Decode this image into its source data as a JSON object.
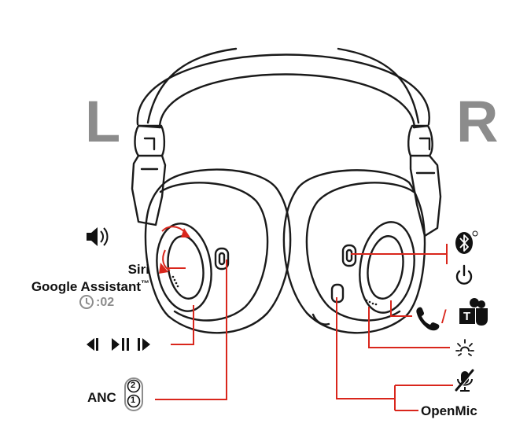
{
  "side_left": "L",
  "side_right": "R",
  "labels": {
    "siri": "Siri",
    "google": "Google Assistant",
    "tm": "™",
    "timer": ":02",
    "anc": "ANC",
    "anc_pos_2": "2",
    "anc_pos_1": "1",
    "teams_letter": "T",
    "slash": "/",
    "openmic": "OpenMic"
  },
  "colors": {
    "callout": "#d9261c",
    "outline": "#1a1a1a",
    "side_letters": "#8c8c8c"
  },
  "icons": [
    "volume-icon",
    "clock-icon",
    "previous-track-icon",
    "play-pause-icon",
    "next-track-icon",
    "anc-switch-icon",
    "bluetooth-icon",
    "power-icon",
    "phone-icon",
    "teams-icon",
    "light-icon",
    "mute-icon"
  ]
}
